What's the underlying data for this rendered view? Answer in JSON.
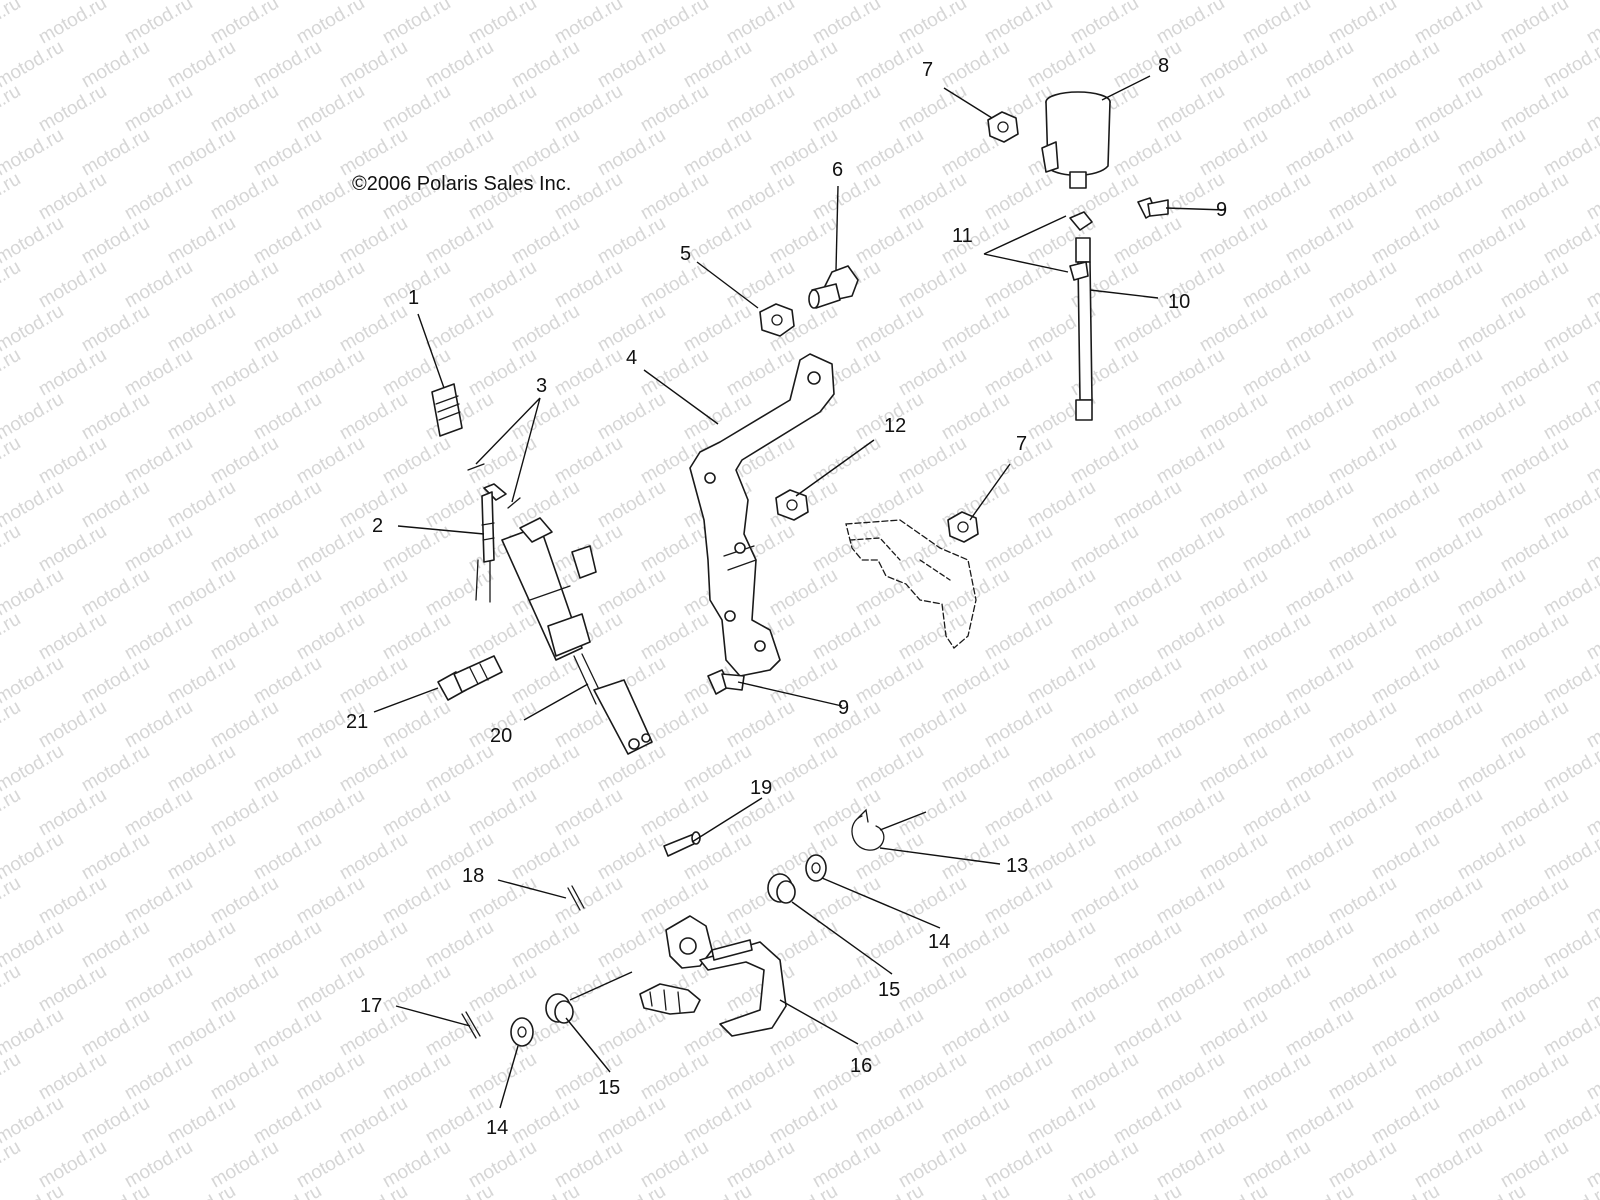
{
  "copyright": "©2006 Polaris Sales Inc.",
  "watermark": "motod.ru",
  "colors": {
    "line": "#1a1a1a",
    "background": "#ffffff",
    "watermark": "#d6d6d6"
  },
  "callouts": {
    "c1": "1",
    "c2": "2",
    "c3": "3",
    "c4": "4",
    "c5": "5",
    "c6": "6",
    "c7a": "7",
    "c7b": "7",
    "c8": "8",
    "c9a": "9",
    "c9b": "9",
    "c10": "10",
    "c11": "11",
    "c12": "12",
    "c13": "13",
    "c14a": "14",
    "c14b": "14",
    "c15a": "15",
    "c15b": "15",
    "c16": "16",
    "c17": "17",
    "c18": "18",
    "c19": "19",
    "c20": "20",
    "c21": "21"
  }
}
